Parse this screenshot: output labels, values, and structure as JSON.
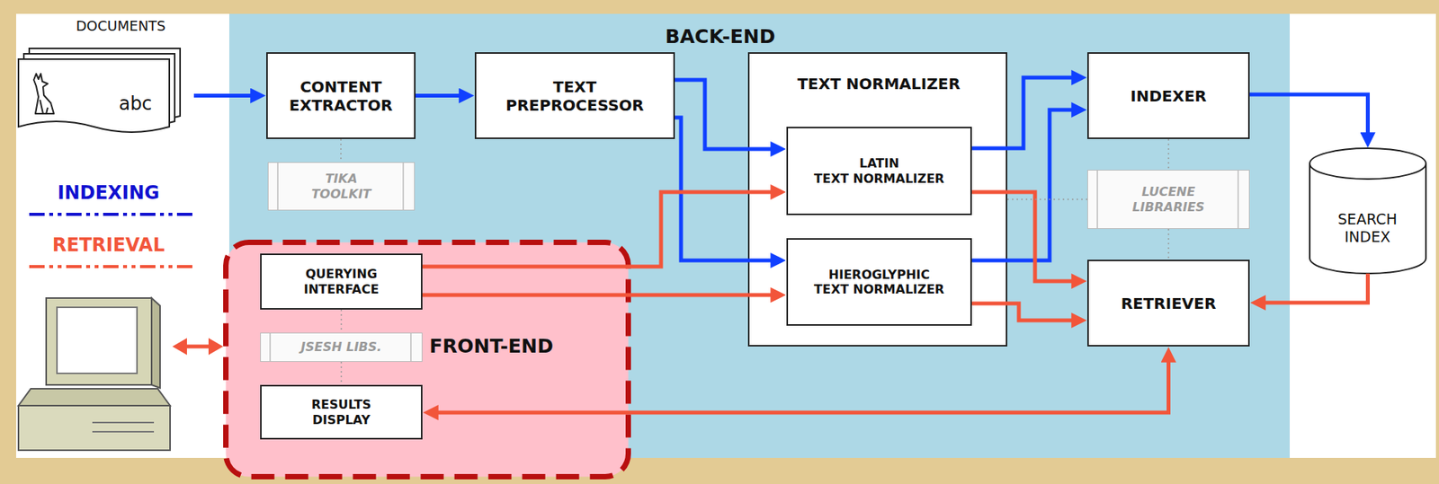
{
  "diagram": {
    "nodes": [
      {
        "text": [
          "DOCUMENTS",
          "abc"
        ]
      },
      {
        "text": [
          "BACK-END"
        ]
      },
      {
        "text": [
          "CONTENT EXTRACTOR"
        ],
        "in": 1
      },
      {
        "text": [
          "TIKA TOOLKIT"
        ],
        "in": 1
      },
      {
        "text": [
          "TEXT PREPROCESSOR"
        ],
        "in": 1
      },
      {
        "text": [
          "TEXT NORMALIZER"
        ],
        "in": 1
      },
      {
        "text": [
          "LATIN TEXT NORMALIZER"
        ],
        "in": 5
      },
      {
        "text": [
          "HIEROGLYPHIC TEXT NORMALIZER"
        ],
        "in": 5
      },
      {
        "text": [
          "INDEXER"
        ],
        "in": 1
      },
      {
        "text": [
          "LUCENE LIBRARIES"
        ],
        "in": 1
      },
      {
        "text": [
          "RETRIEVER"
        ],
        "in": 1
      },
      {
        "text": [
          "SEARCH INDEX"
        ]
      },
      {
        "text": [
          "FRONT-END"
        ]
      },
      {
        "text": [
          "QUERYING INTERFACE"
        ],
        "in": 12
      },
      {
        "text": [
          "JSESH LIBS."
        ],
        "in": 12
      },
      {
        "text": [
          "RESULTS DISPLAY"
        ],
        "in": 12
      }
    ],
    "edges": [
      {
        "from": 0,
        "to": 2,
        "arrow": "to"
      },
      {
        "from": 2,
        "to": 4,
        "arrow": "to"
      },
      {
        "from": 4,
        "to": 6,
        "arrow": "to"
      },
      {
        "from": 4,
        "to": 7,
        "arrow": "to"
      },
      {
        "from": 6,
        "to": 8,
        "arrow": "to"
      },
      {
        "from": 7,
        "to": 8,
        "arrow": "to"
      },
      {
        "from": 8,
        "to": 11,
        "arrow": "to"
      },
      {
        "from": 13,
        "to": 6,
        "arrow": "to"
      },
      {
        "from": 13,
        "to": 7,
        "arrow": "to"
      },
      {
        "from": 6,
        "to": 10,
        "arrow": "to"
      },
      {
        "from": 7,
        "to": 10,
        "arrow": "to"
      },
      {
        "from": 11,
        "to": 10,
        "arrow": "to"
      },
      {
        "from": 10,
        "to": 15,
        "arrow": "both"
      },
      {
        "from": 2,
        "to": 3,
        "arrow": "none"
      },
      {
        "from": 5,
        "to": 9,
        "arrow": "none"
      },
      {
        "from": 8,
        "to": 9,
        "arrow": "none"
      },
      {
        "from": 9,
        "to": 10,
        "arrow": "none"
      },
      {
        "from": 13,
        "to": 14,
        "arrow": "none"
      },
      {
        "from": 14,
        "to": 15,
        "arrow": "none"
      }
    ],
    "legend": [
      {
        "text": "INDEXING"
      },
      {
        "text": "RETRIEVAL"
      }
    ]
  }
}
